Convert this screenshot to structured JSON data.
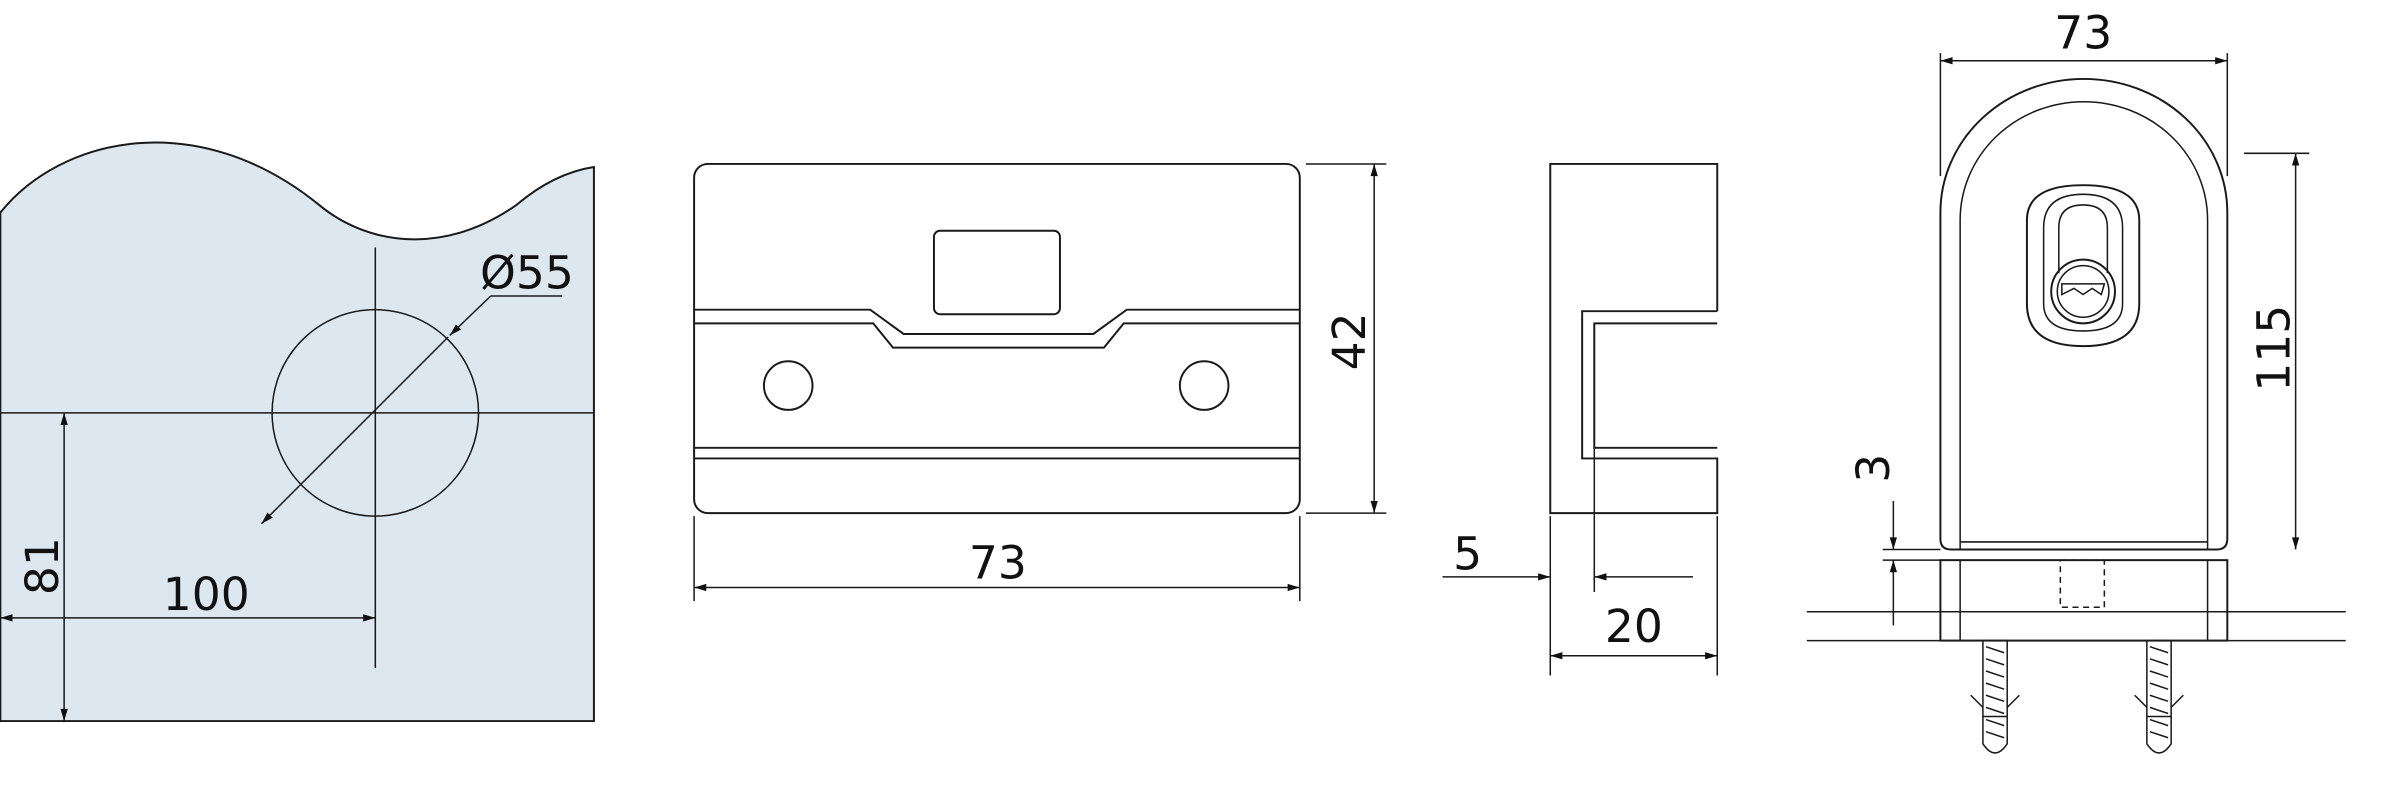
{
  "colors": {
    "glass": "#dde7ef",
    "line": "#1a1a1a",
    "background": "#ffffff"
  },
  "views": {
    "glass_cutout": {
      "diameter_label": "Ø55",
      "height_label": "81",
      "offset_label": "100"
    },
    "front": {
      "width_label": "73",
      "height_label": "42"
    },
    "side": {
      "wall_label": "5",
      "depth_label": "20"
    },
    "installed": {
      "width_label": "73",
      "height_label": "115",
      "gap_label": "3"
    }
  }
}
